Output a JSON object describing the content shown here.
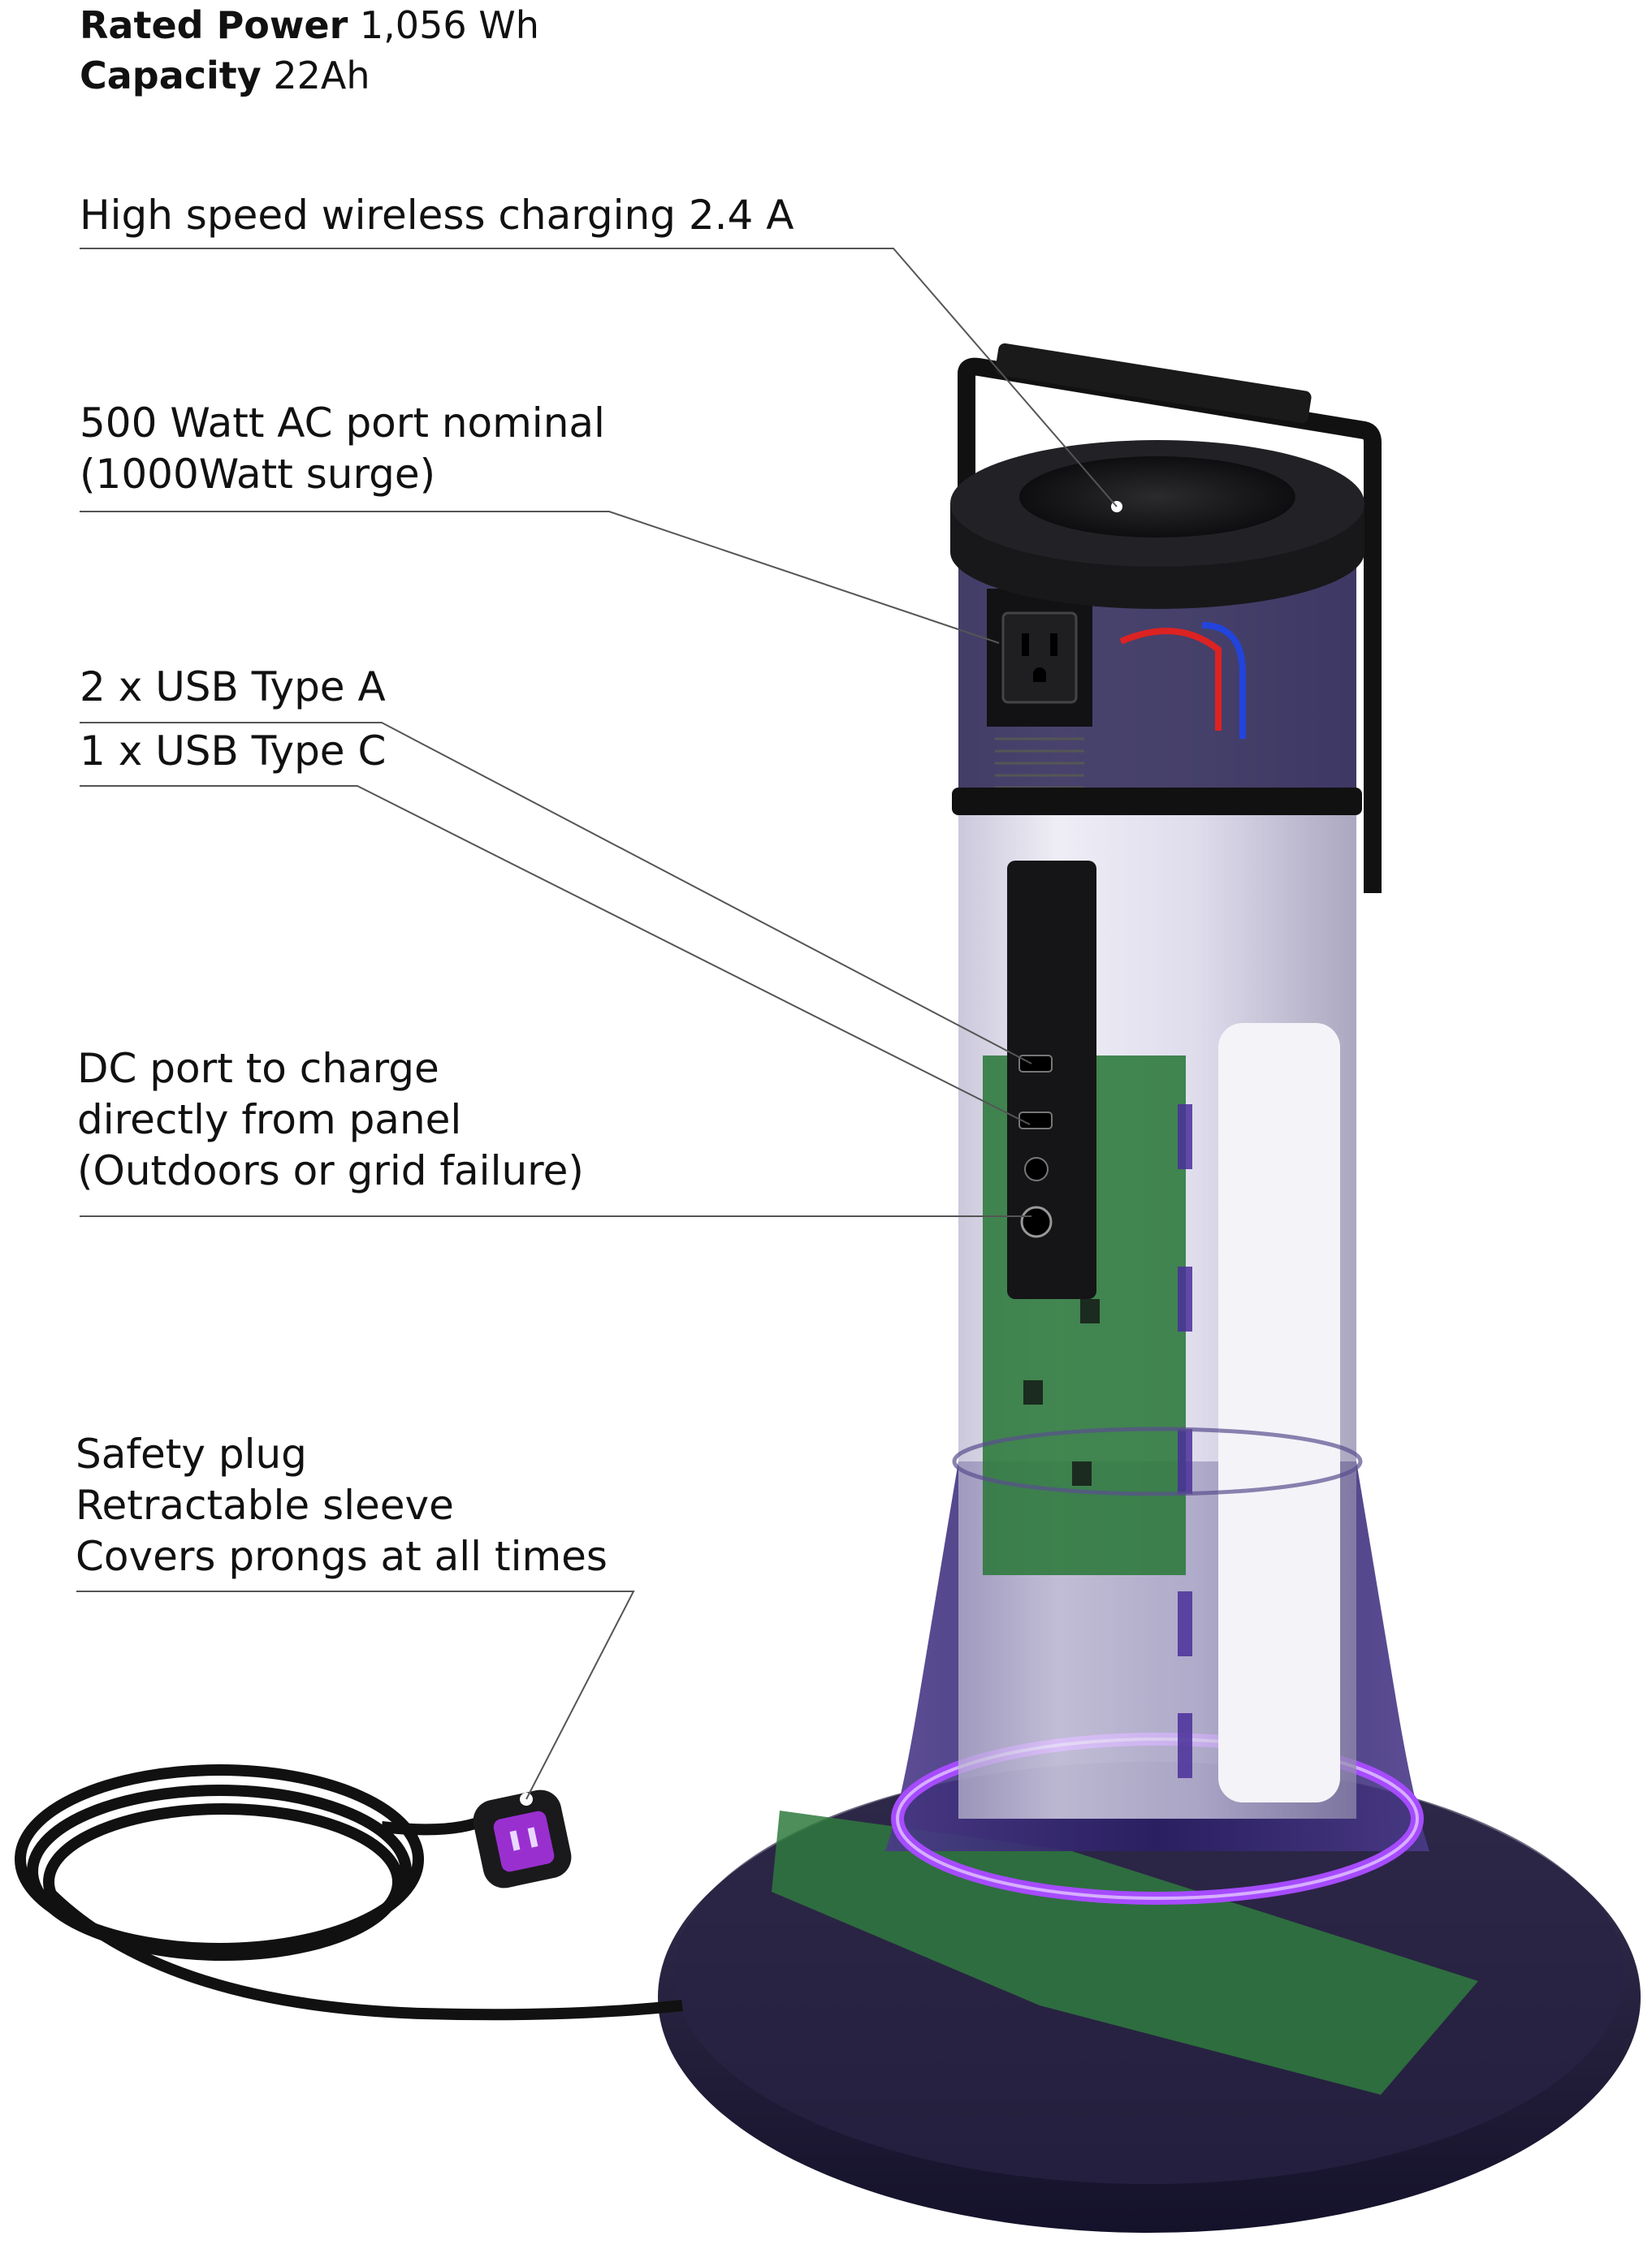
{
  "specs": {
    "rated_power_label": "Rated Power",
    "rated_power_value": " 1,056 Wh",
    "capacity_label": "Capacity",
    "capacity_value": " 22Ah"
  },
  "callouts": {
    "wireless": "High speed wireless charging 2.4 A",
    "ac_port": [
      "500 Watt AC port nominal",
      "(1000Watt surge)"
    ],
    "usb_a": "2 x USB Type A",
    "usb_c": "1 x USB Type C",
    "dc_port": [
      "DC port to charge",
      "directly from panel",
      "(Outdoors or grid failure)"
    ],
    "safety_plug": [
      "Safety plug",
      "Retractable sleeve",
      "Covers prongs at all times"
    ]
  },
  "colors": {
    "accent_purple": "#a64bff",
    "body_dark": "#1c1830",
    "pcb_green": "#2f7a3e",
    "leader_line": "#555555"
  },
  "icons": {
    "ac_outlet": "ac-outlet-icon",
    "wireless_pad": "wireless-pad-icon"
  }
}
